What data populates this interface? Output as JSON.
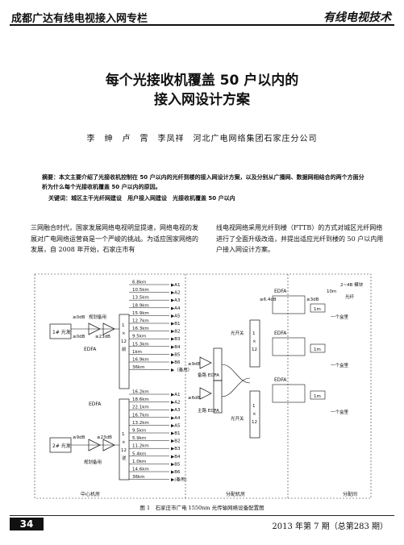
{
  "header": {
    "left": "成都广达有线电视接入网专栏",
    "right": "有线电视技术"
  },
  "title": {
    "line1": "每个光接收机覆盖 50 户以内的",
    "line2": "接入网设计方案"
  },
  "authors": "李　绅　卢　霄　李凤祥　河北广电网络集团石家庄分公司",
  "abstract": "摘要：本文主要介绍了光接收机控制在 50 户以内的光纤到楼的接入网设计方案，以及分别从广播网、数据网相结合的两个方面分析为什么每个光接收机覆盖 50 户以内的原因。",
  "keywords": "关键词：城区主干光纤网建设　用户接入网建设　光接收机覆盖 50 户以内",
  "body_left": "三网融合时代，国家发展网络电视明显提速，网络电视的发展对广电网络运营商是一个严峻的挑战。为适应国家网络的发展，自 2008 年开始，石家庄市有",
  "body_right": "线电视网络采用光纤到楼（FTTB）的方式对城区光纤网络进行了全面升级改造，并提出适应光纤到楼的 50 户以内用户接入网设计方案。",
  "diagram": {
    "tx1": "1# 光发",
    "tx2": "2# 光发",
    "gain_top": "≥0dB",
    "backup_top": "规划备用",
    "gain_top2": "≥0dB",
    "gain_top3": "≥23dB",
    "gain_bot1": "≥9dB",
    "gain_bot2": "≥23dB",
    "backup_bot": "规划备用",
    "edfa": "EDFA",
    "splitter_top": [
      "1",
      "×",
      "12",
      "前"
    ],
    "splitter_bot": [
      "1",
      "×",
      "12",
      "逆"
    ],
    "top_routes": [
      {
        "dist": "6.8km",
        "node": "A1"
      },
      {
        "dist": "10.5km",
        "node": "A2"
      },
      {
        "dist": "13.5km",
        "node": "A3"
      },
      {
        "dist": "18.9km",
        "node": "A4"
      },
      {
        "dist": "15.9km",
        "node": "A5"
      },
      {
        "dist": "12.7km",
        "node": "B1"
      },
      {
        "dist": "16.3km",
        "node": "B2"
      },
      {
        "dist": "9.5km",
        "node": "B3"
      },
      {
        "dist": "15.3km",
        "node": "B4"
      },
      {
        "dist": "1km",
        "node": "B5"
      },
      {
        "dist": "16.9km",
        "node": "B6"
      },
      {
        "dist": "36km",
        "node": "（备用）"
      }
    ],
    "bot_routes": [
      {
        "dist": "16.2km",
        "node": "A1"
      },
      {
        "dist": "18.6km",
        "node": "A2"
      },
      {
        "dist": "22.1km",
        "node": "A3"
      },
      {
        "dist": "16.7km",
        "node": "A4"
      },
      {
        "dist": "13.2km",
        "node": "A5"
      },
      {
        "dist": "9.5km",
        "node": "B1"
      },
      {
        "dist": "5.9km",
        "node": "B2"
      },
      {
        "dist": "11.2km",
        "node": "B3"
      },
      {
        "dist": "5.4km",
        "node": "B4"
      },
      {
        "dist": "1.0km",
        "node": "B5"
      },
      {
        "dist": "14.6km",
        "node": "B6"
      },
      {
        "dist": "36km",
        "node": "(备用)"
      }
    ],
    "mid_gain": "≥9dB",
    "mid_gain2": "≥6dB",
    "bypass_edfa": "备路 EDFA",
    "main_edfa": "主路 EDFA",
    "optswitch": "光开关",
    "optswitch2": "光开关",
    "right_splitter": [
      "1",
      "×",
      "12"
    ],
    "right_splitter2": [
      "1",
      "×",
      "12"
    ],
    "edfa_right": "EDFA",
    "level_a": "≥6.4dB",
    "level_b": "≥3dB",
    "len_1m": "1m",
    "len_10m": "10m",
    "optnode": "光纤",
    "node_label": "一个盒里",
    "node_label2": "一个盒里",
    "node_label3": "一个盒里",
    "top_right": "2~4B 模块",
    "zone_left": "中心机房",
    "zone_mid": "分配机房",
    "zone_right": "分配间"
  },
  "caption": "图 1　石家庄市广电 1550nm 光传输网络设备配置图",
  "page_no": "34",
  "issue": "2013 年第 7 期（总第283 期）"
}
